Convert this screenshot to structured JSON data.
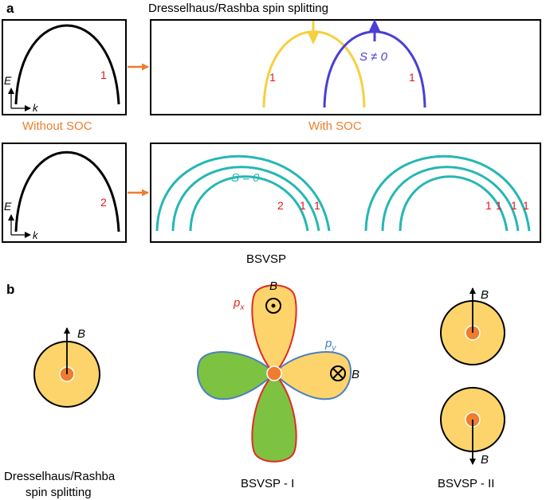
{
  "panel_a": {
    "label": "a",
    "title": "Dresselhaus/Rashba spin splitting",
    "caption_without": "Without SOC",
    "caption_with": "With SOC",
    "caption_bottom": "BSVSP",
    "axis_e": "E",
    "axis_k": "k",
    "deg_top": "1",
    "deg_bottom": "2",
    "band_yellow_label": "1",
    "band_blue_label": "1",
    "spin_nonzero": "S ≠ 0",
    "spin_zero": "S = 0",
    "bsvsp_left_labels": [
      "2",
      "1",
      "1"
    ],
    "bsvsp_right_labels": [
      "1",
      "1",
      "1",
      "1"
    ]
  },
  "panel_b": {
    "label": "b",
    "field": "B",
    "px": "p",
    "px_sub": "x",
    "py": "p",
    "py_sub": "y",
    "caption_left_1": "Dresselhaus/Rashba",
    "caption_left_2": "spin splitting",
    "caption_mid": "BSVSP - I",
    "caption_right": "BSVSP - II"
  },
  "colors": {
    "orange": "#ef7d2e",
    "yellow_band": "#f5d040",
    "blue_band": "#4a3ed6",
    "teal_band": "#25b7b3",
    "red_label": "#e8141a",
    "orbital_fill": "#fdd46b",
    "green_lobe": "#7ec242",
    "red_outline": "#e22a22",
    "blue_outline": "#4a7fc2"
  },
  "icons": [
    "arrow-right-icon",
    "spin-up-arrow-icon",
    "spin-down-arrow-icon",
    "dot-in-circle-icon",
    "cross-in-circle-icon"
  ]
}
